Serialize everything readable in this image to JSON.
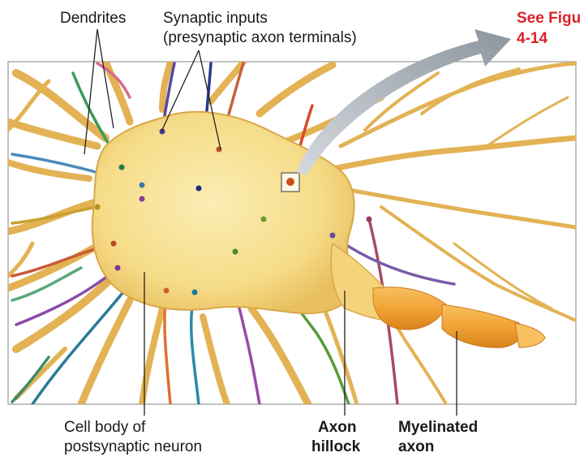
{
  "labels": {
    "dendrites": "Dendrites",
    "synaptic_inputs_1": "Synaptic inputs",
    "synaptic_inputs_2": "(presynaptic axon terminals)",
    "see_figure_1": "See Figu",
    "see_figure_2": "4-14",
    "cell_body_1": "Cell body of",
    "cell_body_2": "postsynaptic neuron",
    "axon_hillock_1": "Axon",
    "axon_hillock_2": "hillock",
    "myelinated_1": "Myelinated",
    "myelinated_2": "axon"
  },
  "colors": {
    "cell_fill": "#f8e08e",
    "dendrite": "#e8b85a",
    "myelin": "#f0a032",
    "arrow": "#a8b0b8",
    "reference_text": "#d8232a"
  }
}
